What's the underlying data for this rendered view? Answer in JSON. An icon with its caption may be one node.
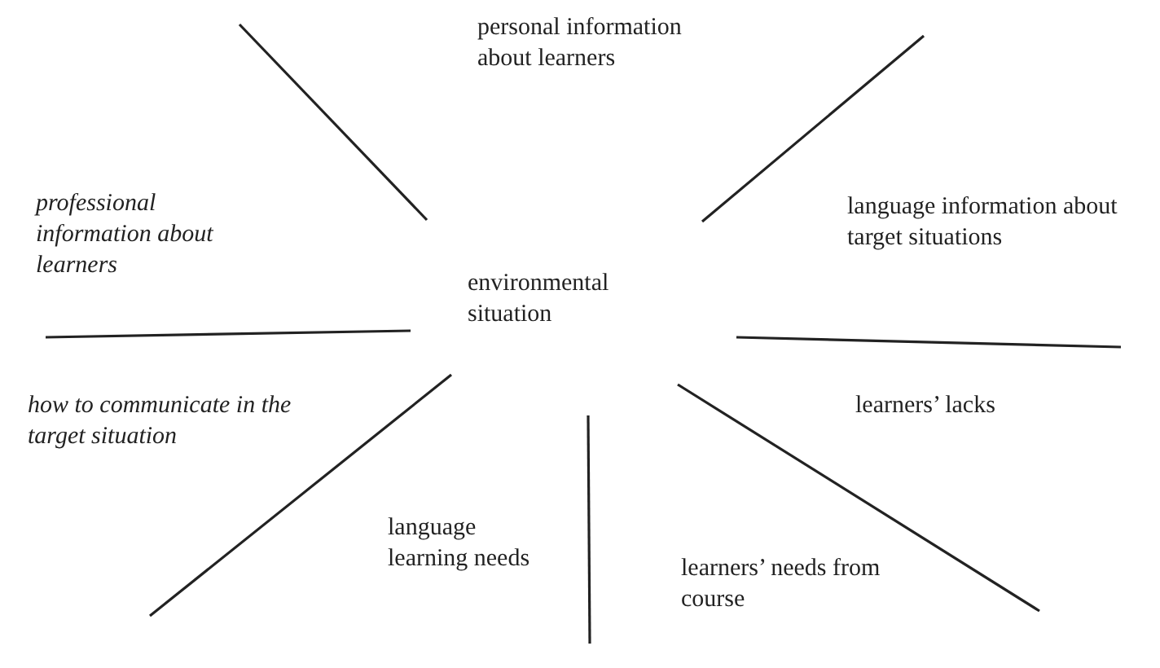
{
  "diagram": {
    "labels": [
      "personal information about learners",
      "professional information about learners",
      "language information about target situations",
      "environmental situation",
      "how to communicate in the target situation",
      "learners’ lacks",
      "language learning needs",
      "learners’ needs from course"
    ]
  }
}
